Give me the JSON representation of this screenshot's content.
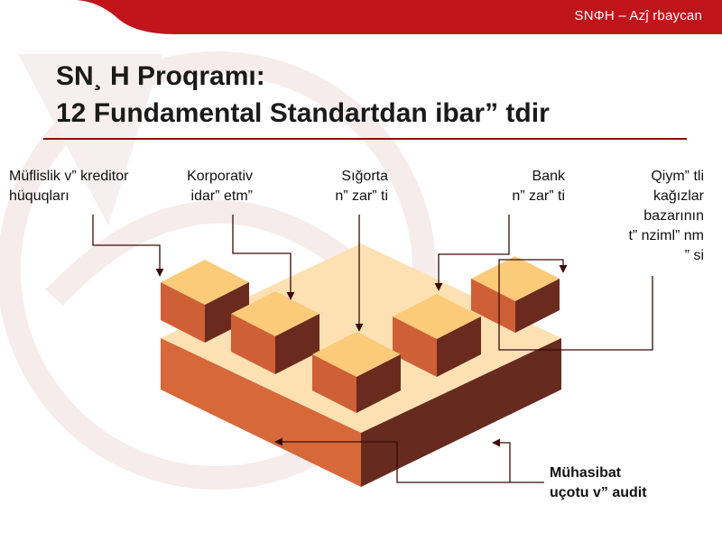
{
  "header": {
    "brand_text": "SNΦH – Azĵ rbaycan"
  },
  "title": {
    "line1": "SN¸ H Proqramı:",
    "line2": "12 Fundamental Standartdan ibar” tdir"
  },
  "labels": {
    "muflislik": [
      "Müflislik v” kreditor",
      "hüquqları"
    ],
    "korporativ": [
      "Korporativ",
      "idar” etm”"
    ],
    "sigorta": [
      "Sığorta",
      "n” zar” ti"
    ],
    "bank": [
      "Bank",
      "n” zar” ti"
    ],
    "qiymetli": [
      "Qiym” tli",
      "kağızlar",
      "bazarının",
      "t” nziml” nm",
      "” si"
    ],
    "muhasibat": [
      "Mühasibat",
      "uçotu v” audit"
    ]
  },
  "colors": {
    "header_red": "#c0141a",
    "title_rule": "#8a1010",
    "base_top": "#fde1b3",
    "base_front": "#d6683a",
    "base_side": "#662a1e",
    "cube_top": "#fccb7a",
    "cube_front": "#cf5f36",
    "cube_side": "#6a2b1e",
    "arrow": "#3a0a0a"
  }
}
